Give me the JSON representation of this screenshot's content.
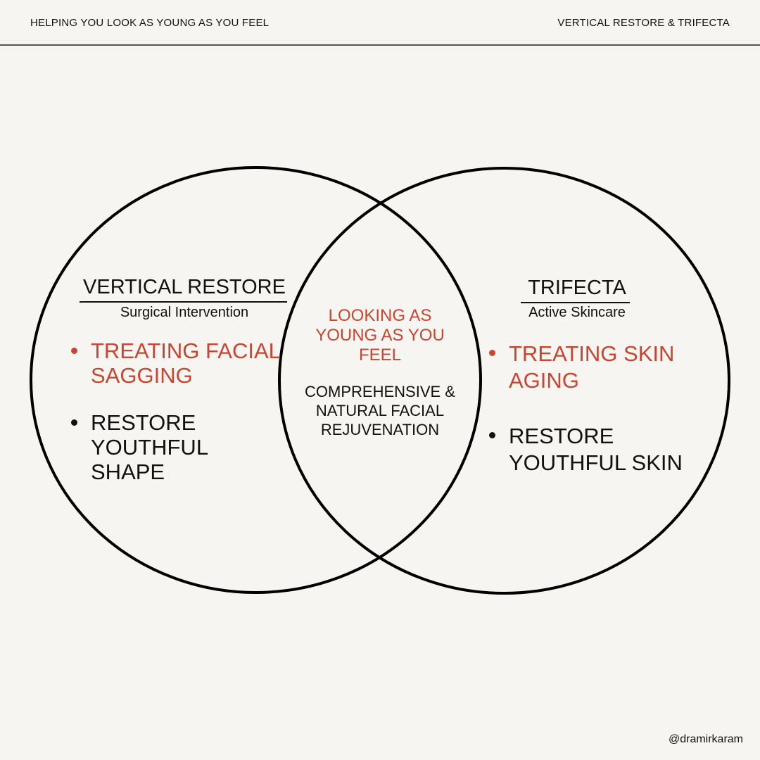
{
  "header": {
    "left": "HELPING YOU LOOK AS YOUNG AS YOU FEEL",
    "right": "VERTICAL RESTORE & TRIFECTA"
  },
  "left_set": {
    "title": "VERTICAL RESTORE",
    "subtitle": "Surgical Intervention",
    "items": [
      {
        "text": "TREATING FACIAL SAGGING",
        "color": "#c9452f"
      },
      {
        "text": "RESTORE YOUTHFUL SHAPE",
        "color": "#111111"
      }
    ]
  },
  "right_set": {
    "title": "TRIFECTA",
    "subtitle": "Active Skincare",
    "items": [
      {
        "text": "TREATING SKIN AGING",
        "color": "#c9452f"
      },
      {
        "text": "RESTORE YOUTHFUL SKIN",
        "color": "#111111"
      }
    ]
  },
  "overlap": {
    "headline": "LOOKING AS YOUNG AS YOU FEEL",
    "body": "COMPREHENSIVE & NATURAL FACIAL REJUVENATION"
  },
  "footer": {
    "handle": "@dramirkaram"
  },
  "colors": {
    "accent": "#c9452f",
    "background": "#f6f5f1"
  }
}
